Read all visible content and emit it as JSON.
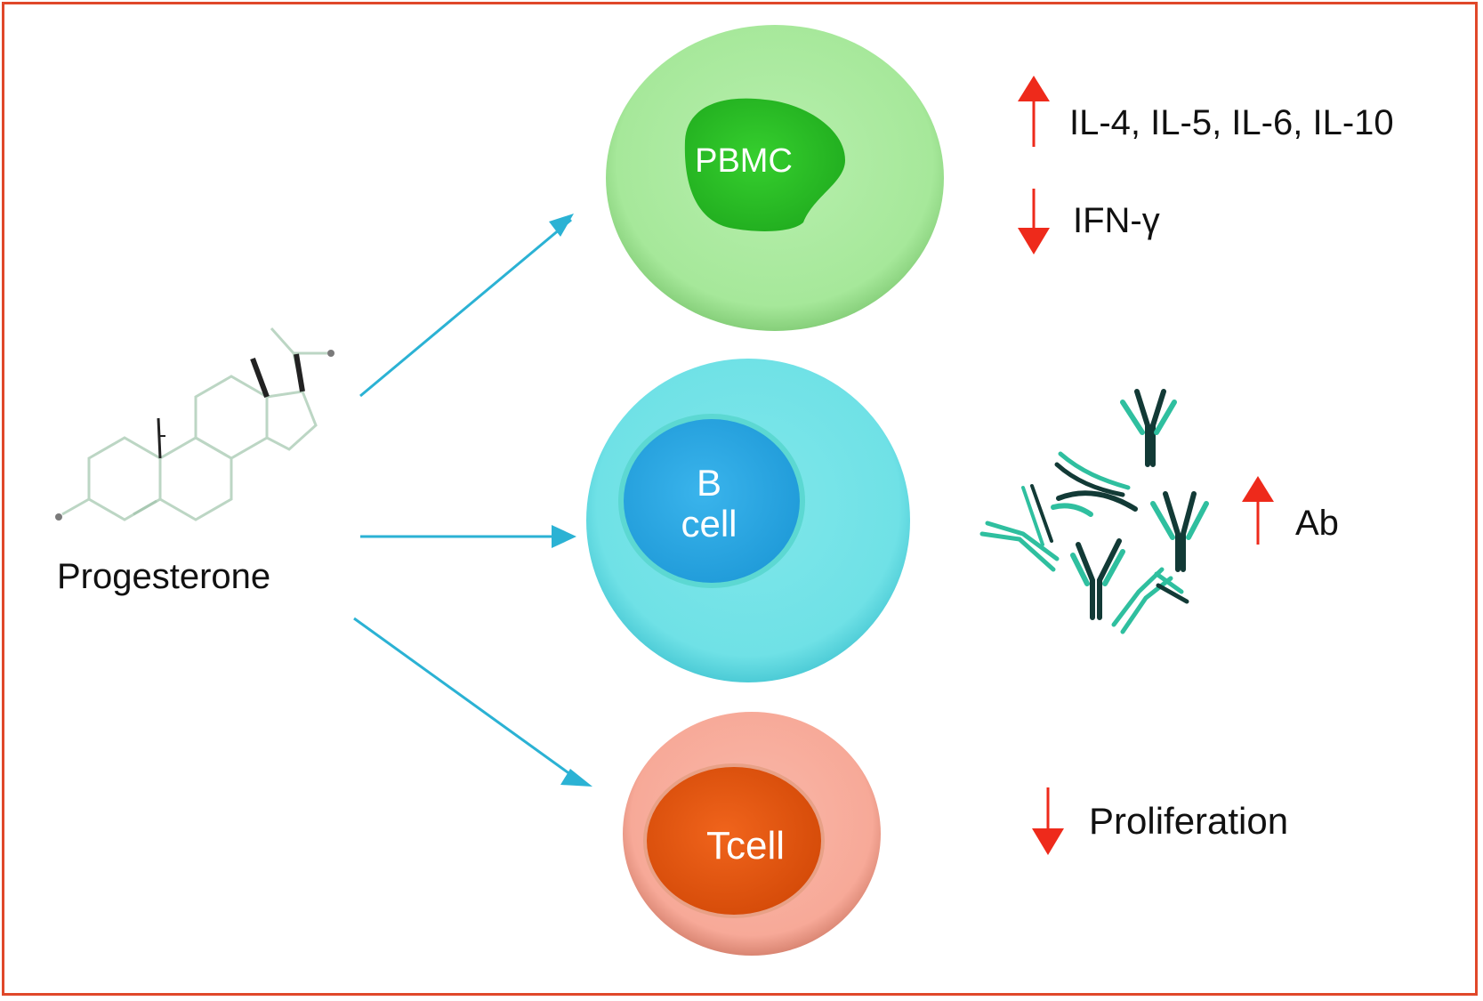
{
  "molecule": {
    "label": "Progesterone"
  },
  "cells": {
    "pbmc": {
      "label": "PBMC",
      "fill": "#a6e89a",
      "nucleus": "#2fc22a"
    },
    "bcell": {
      "label_line1": "B",
      "label_line2": "cell",
      "fill": "#6fe1e6",
      "nucleus": "#2aa8e2"
    },
    "tcell": {
      "label": "Tcell",
      "fill": "#f7a998",
      "nucleus": "#e8520e"
    }
  },
  "effects": {
    "up_cytokines": "IL-4, IL-5, IL-6, IL-10",
    "down_ifn": "IFN-γ",
    "up_antibody": "Ab",
    "down_proliferation": "Proliferation"
  },
  "colors": {
    "border": "#e0482a",
    "arrow_blue": "#2bb2d4",
    "arrow_red": "#ee2a1b",
    "antibody_dark": "#123a36",
    "antibody_teal": "#2fbf9f"
  }
}
